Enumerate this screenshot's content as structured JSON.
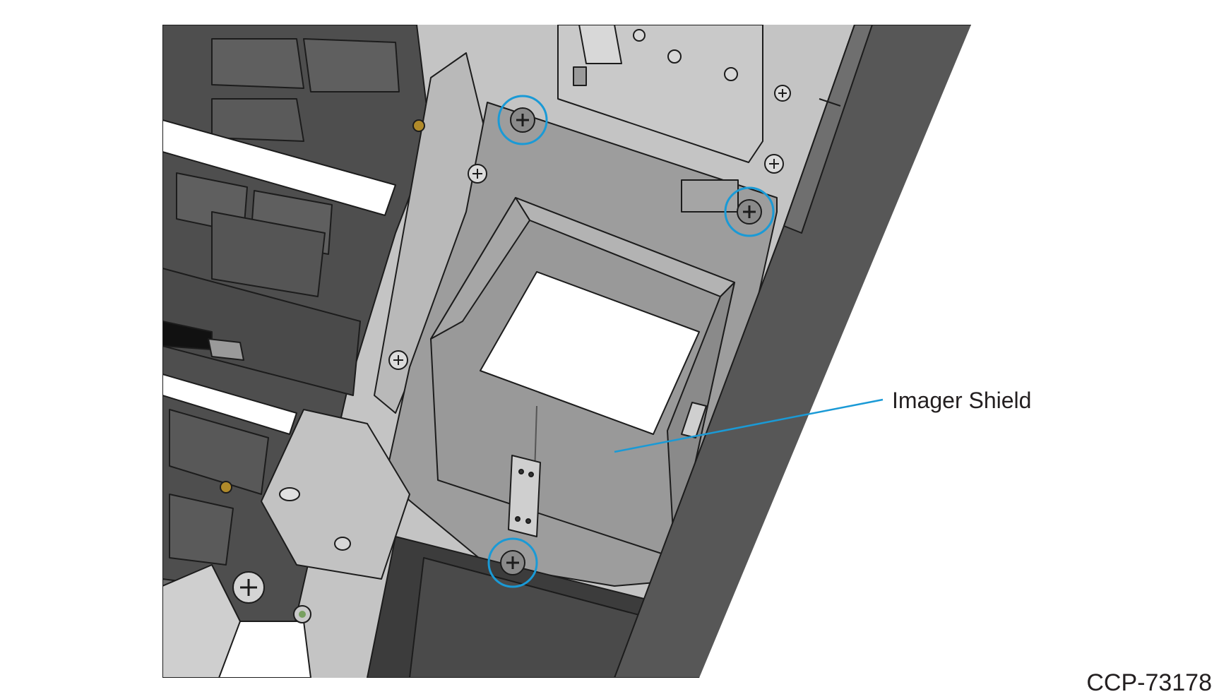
{
  "callout": {
    "label": "Imager Shield"
  },
  "figure": {
    "id": "CCP-73178"
  },
  "colors": {
    "highlight": "#1a9ad6",
    "leader": "#1a9ad6",
    "dark_frame": "#575757",
    "mid_metal": "#9b9b9b",
    "light_metal": "#c8c8c8",
    "outline": "#1c1c1c"
  },
  "highlighted_screws": [
    "screw-top-left",
    "screw-top-right",
    "screw-bottom"
  ]
}
